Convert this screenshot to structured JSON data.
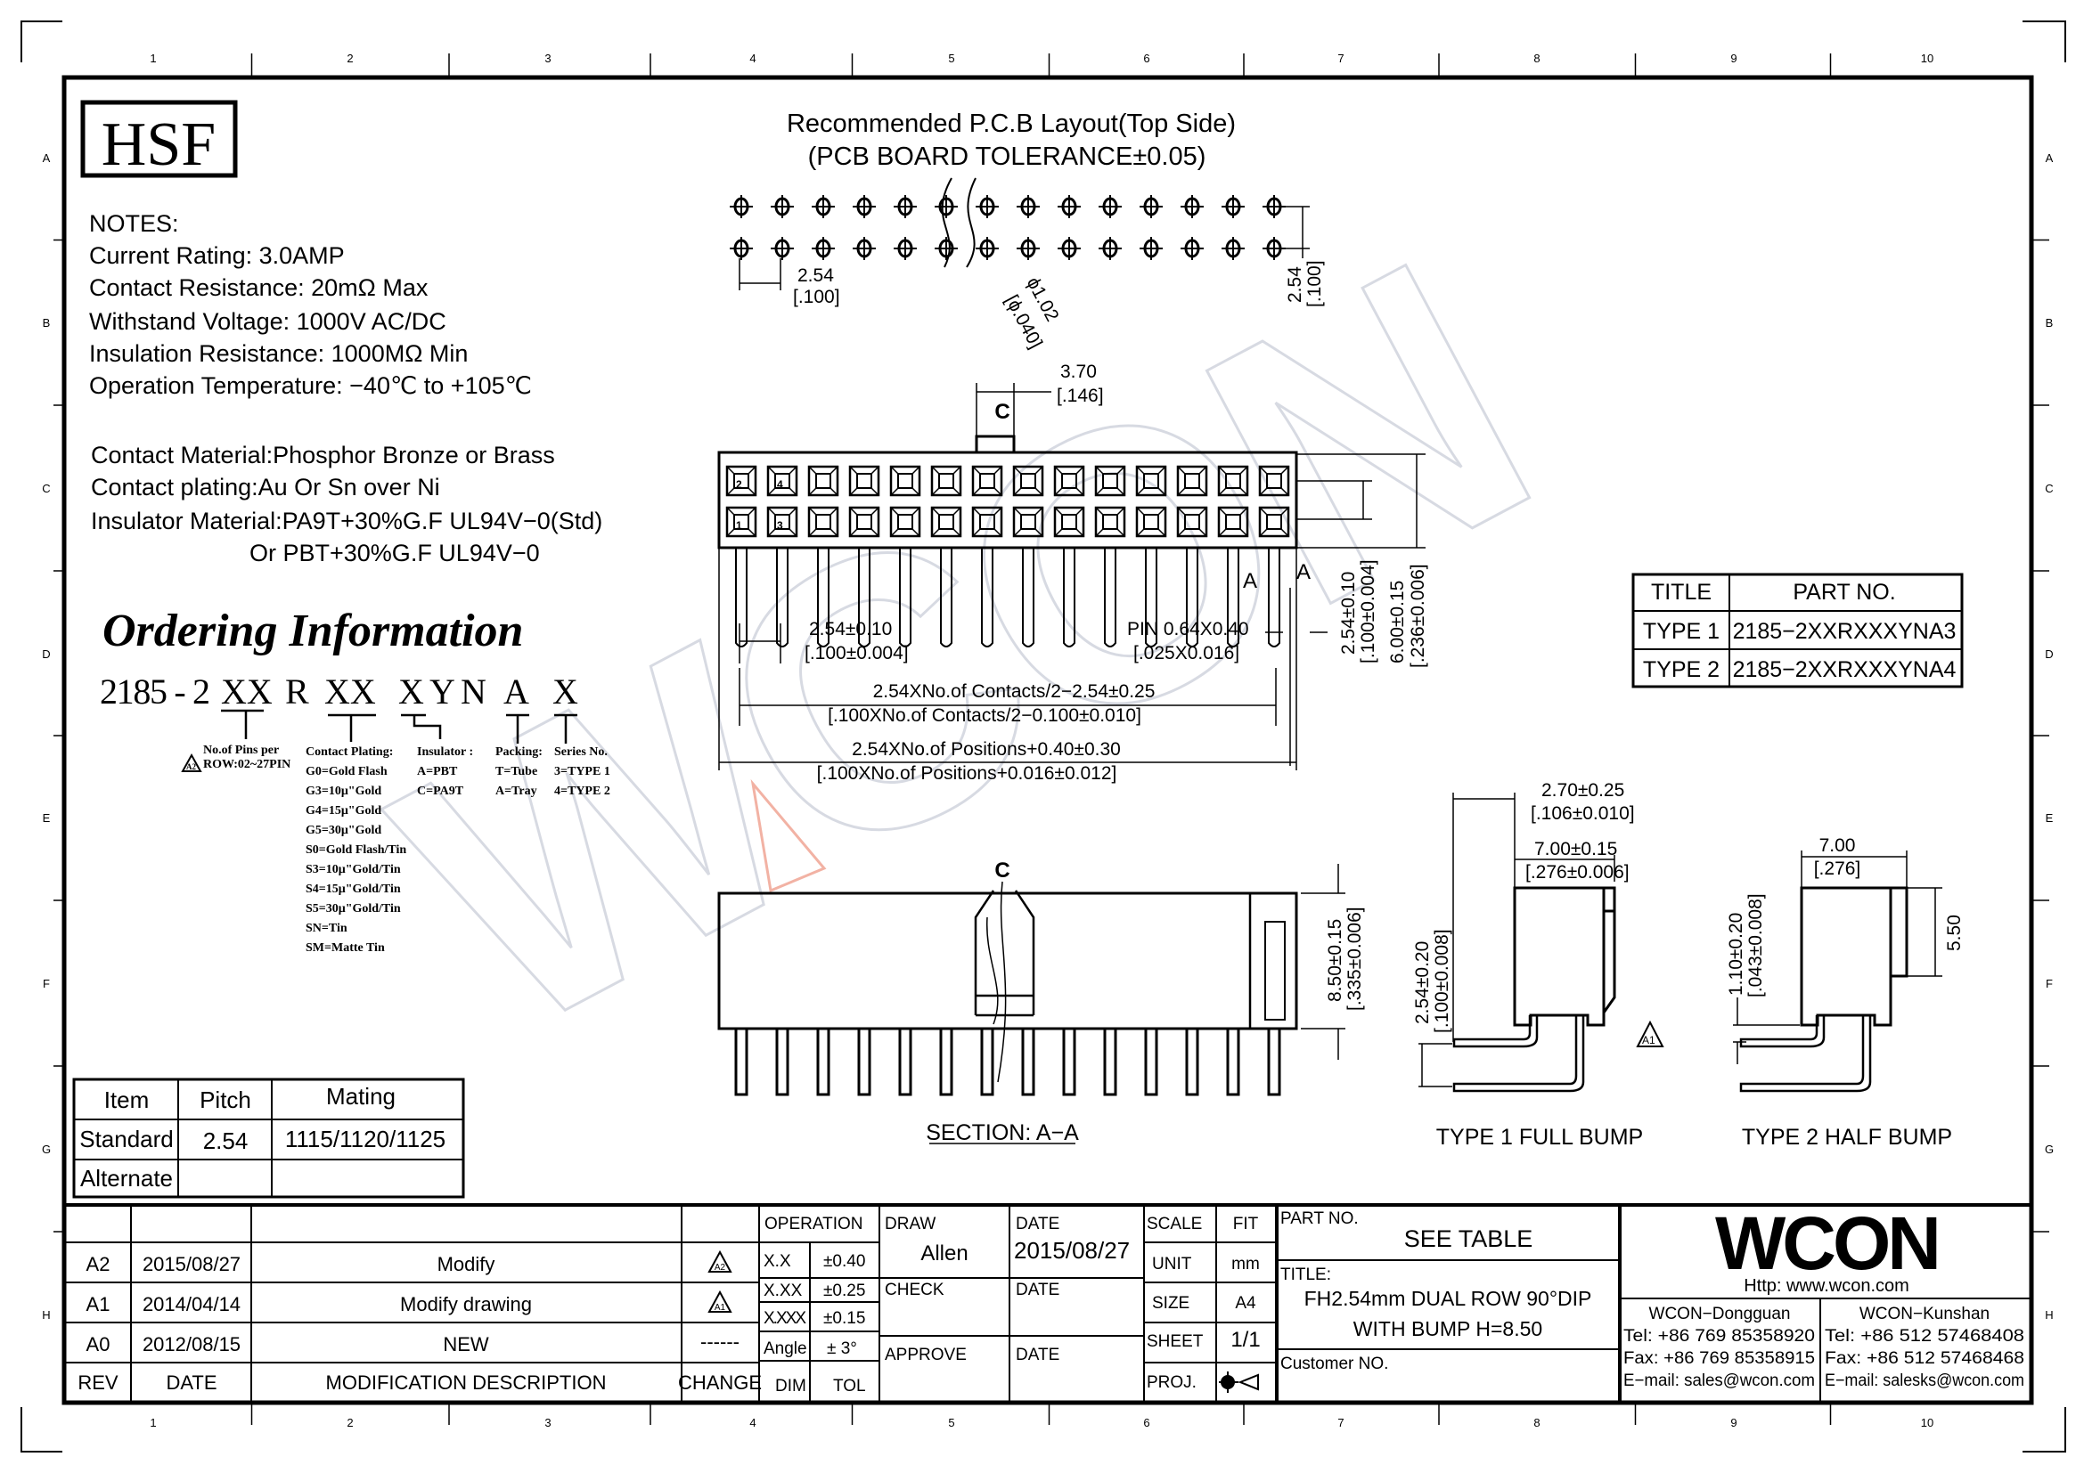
{
  "frame": {
    "columns": [
      "1",
      "2",
      "3",
      "4",
      "5",
      "6",
      "7",
      "8",
      "9",
      "10"
    ],
    "rows": [
      "A",
      "B",
      "C",
      "D",
      "E",
      "F",
      "G",
      "H"
    ]
  },
  "logo_hsf": "HSF",
  "watermark": "WCON",
  "notes": {
    "heading": "NOTES:",
    "lines": [
      "Current Rating: 3.0AMP",
      "Contact Resistance: 20mΩ Max",
      "Withstand Voltage: 1000V AC/DC",
      "Insulation Resistance: 1000MΩ Min",
      "Operation Temperature: −40℃ to +105℃"
    ],
    "materials": [
      "Contact Material:Phosphor Bronze or Brass",
      "Contact plating:Au Or Sn over Ni",
      "Insulator Material:PA9T+30%G.F UL94V−0(Std)",
      "Or PBT+30%G.F UL94V−0"
    ]
  },
  "ordering": {
    "title": "Ordering Information",
    "code": [
      "2185 - 2",
      "XX",
      "R",
      "XX",
      "X",
      "Y",
      "N",
      "A",
      "X"
    ],
    "pins_label": [
      "No.of Pins per",
      "ROW:02~27PIN"
    ],
    "pins_rev": "A2",
    "plating": [
      "Contact Plating:",
      "G0=Gold Flash",
      "G3=10μ\"Gold",
      "G4=15μ\"Gold",
      "G5=30μ\"Gold",
      "S0=Gold Flash/Tin",
      "S3=10μ\"Gold/Tin",
      "S4=15μ\"Gold/Tin",
      "S5=30μ\"Gold/Tin",
      "SN=Tin",
      "SM=Matte Tin"
    ],
    "insulator": [
      "Insulator :",
      "A=PBT",
      "C=PA9T"
    ],
    "packing": [
      "Packing:",
      "T=Tube",
      "A=Tray"
    ],
    "series": [
      "Series No.",
      "3=TYPE 1",
      "4=TYPE 2"
    ]
  },
  "mating_table": {
    "headers": [
      "Item",
      "Pitch",
      "Mating"
    ],
    "rows": [
      [
        "Standard",
        "2.54",
        "1115/1120/1125"
      ],
      [
        "Alternate",
        "",
        ""
      ]
    ]
  },
  "pcb": {
    "title": "Recommended P.C.B Layout(Top Side)",
    "subtitle": "(PCB BOARD TOLERANCE±0.05)",
    "pitch": "2.54",
    "pitch_in": "[.100]",
    "hole": "ϕ1.02",
    "hole_in": "[ϕ.040]",
    "row_pitch": "2.54",
    "row_pitch_in": "[.100]"
  },
  "top_view": {
    "bump_w": "3.70",
    "bump_w_in": "[.146]",
    "pitch": "2.54±0.10",
    "pitch_in": "[.100±0.004]",
    "pin": "PIN  0.64X0.40",
    "pin_in": "[.025X0.016]",
    "contacts": "2.54XNo.of  Contacts/2−2.54±0.25",
    "contacts_in": "[.100XNo.of  Contacts/2−0.100±0.010]",
    "positions": "2.54XNo.of  Positions+0.40±0.30",
    "positions_in": "[.100XNo.of  Positions+0.016±0.012]",
    "row_h": "2.54±0.10",
    "row_h_in": "[.100±0.004]",
    "depth": "6.00±0.15",
    "depth_in": "[.236±0.006]",
    "pin_numbers": [
      "2",
      "4",
      "1",
      "3"
    ],
    "section_mark": "A",
    "centerline": "C"
  },
  "part_table": {
    "headers": [
      "TITLE",
      "PART NO."
    ],
    "rows": [
      [
        "TYPE  1",
        "2185−2XXRXXXYNA3"
      ],
      [
        "TYPE  2",
        "2185−2XXRXXXYNA4"
      ]
    ]
  },
  "section": {
    "label": "SECTION:  A−A",
    "height": "8.50±0.15",
    "height_in": "[.335±0.006]",
    "centerline": "C"
  },
  "type1": {
    "label": "TYPE  1  FULL  BUMP",
    "w1": "2.70±0.25",
    "w1_in": "[.106±0.010]",
    "w2": "7.00±0.15",
    "w2_in": "[.276±0.006]",
    "h": "2.54±0.20",
    "h_in": "[.100±0.008]",
    "rev": "A1"
  },
  "type2": {
    "label": "TYPE  2  HALF  BUMP",
    "w": "7.00",
    "w_in": "[.276]",
    "h": "1.10±0.20",
    "h_in": "[.043±0.008]",
    "bump": "5.50"
  },
  "title_block": {
    "revisions": [
      {
        "rev": "A2",
        "date": "2015/08/27",
        "desc": "Modify",
        "change": "A2"
      },
      {
        "rev": "A1",
        "date": "2014/04/14",
        "desc": "Modify  drawing",
        "change": "A1"
      },
      {
        "rev": "A0",
        "date": "2012/08/15",
        "desc": "NEW",
        "change": "------"
      }
    ],
    "rev_headers": [
      "REV",
      "DATE",
      "MODIFICATION  DESCRIPTION",
      "CHANGE"
    ],
    "operation": "OPERATION",
    "tolerances": [
      [
        "X.X",
        "±0.40"
      ],
      [
        "X.XX",
        "±0.25"
      ],
      [
        "X.XXX",
        "±0.15"
      ],
      [
        "Angle",
        "± 3°"
      ]
    ],
    "dim": "DIM",
    "tol": "TOL",
    "draw": "DRAW",
    "drawer": "Allen",
    "date_label": "DATE",
    "date": "2015/08/27",
    "check": "CHECK",
    "approve": "APPROVE",
    "scale": "SCALE",
    "scale_val": "FIT",
    "unit": "UNIT",
    "unit_val": "mm",
    "size": "SIZE",
    "size_val": "A4",
    "sheet": "SHEET",
    "sheet_val": "1/1",
    "proj": "PROJ.",
    "part_no_label": "PART NO.",
    "part_no": "SEE TABLE",
    "title_label": "TITLE:",
    "title_line1": "FH2.54mm   DUAL  ROW  90°DIP",
    "title_line2": "WITH  BUMP  H=8.50",
    "customer_label": "Customer  NO."
  },
  "company": {
    "logo": "WCON",
    "url": "Http:  www.wcon.com",
    "offices": [
      {
        "name": "WCON−Dongguan",
        "tel": "Tel:  +86  769  85358920",
        "fax": "Fax:  +86  769  85358915",
        "email": "E−mail:  sales@wcon.com"
      },
      {
        "name": "WCON−Kunshan",
        "tel": "Tel:  +86  512  57468408",
        "fax": "Fax:  +86  512  57468468",
        "email": "E−mail:  salesks@wcon.com"
      }
    ]
  }
}
